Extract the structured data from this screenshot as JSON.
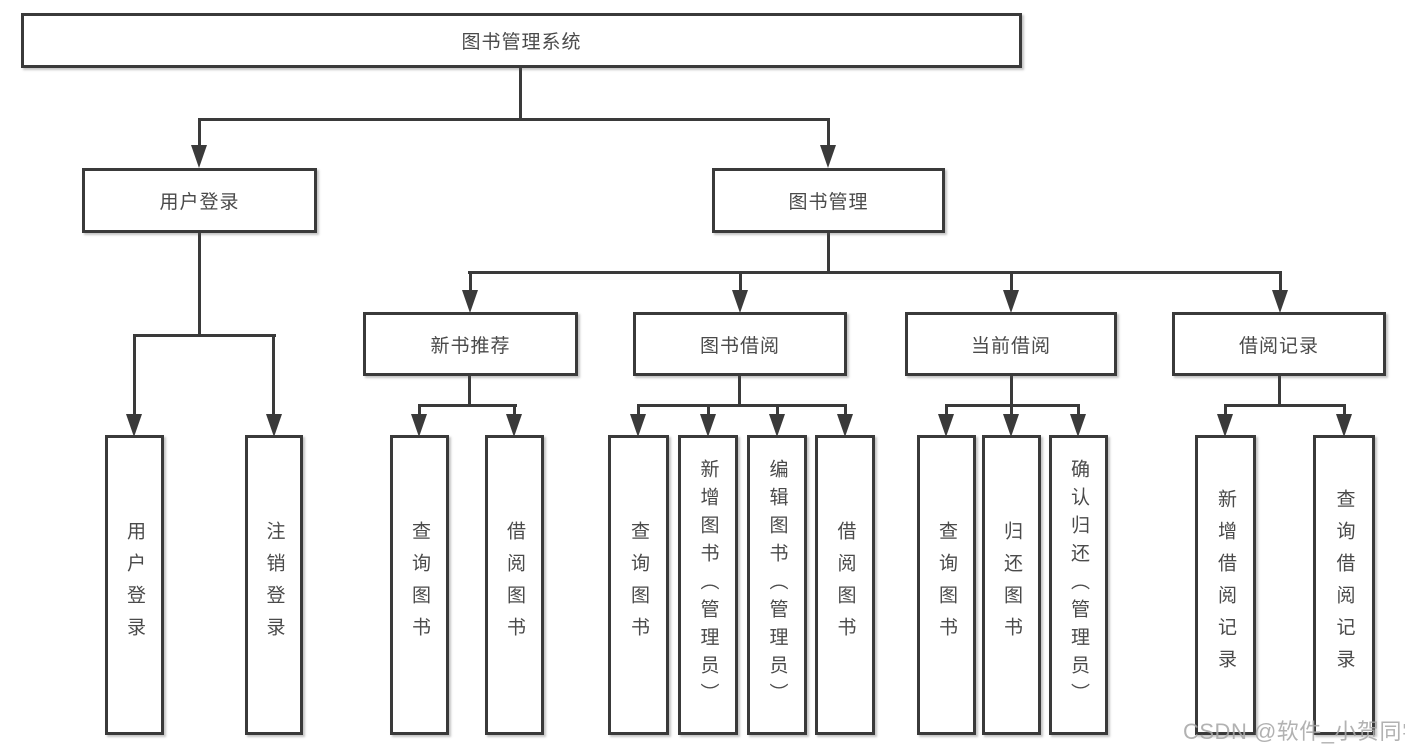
{
  "diagram": {
    "title": "图书管理系统",
    "root": {
      "label": "图书管理系统",
      "children": [
        {
          "label": "用户登录",
          "children": [
            {
              "label": "用户登录"
            },
            {
              "label": "注销登录"
            }
          ]
        },
        {
          "label": "图书管理",
          "children": [
            {
              "label": "新书推荐",
              "children": [
                {
                  "label": "查询图书"
                },
                {
                  "label": "借阅图书"
                }
              ]
            },
            {
              "label": "图书借阅",
              "children": [
                {
                  "label": "查询图书"
                },
                {
                  "label": "新增图书（管理员）"
                },
                {
                  "label": "编辑图书（管理员）"
                },
                {
                  "label": "借阅图书"
                }
              ]
            },
            {
              "label": "当前借阅",
              "children": [
                {
                  "label": "查询图书"
                },
                {
                  "label": "归还图书"
                },
                {
                  "label": "确认归还（管理员）"
                }
              ]
            },
            {
              "label": "借阅记录",
              "children": [
                {
                  "label": "新增借阅记录"
                },
                {
                  "label": "查询借阅记录"
                }
              ]
            }
          ]
        }
      ]
    },
    "watermark": "CSDN @软件_小贺同学",
    "colors": {
      "line": "#3a3a3a",
      "text": "#4a4a4a",
      "watermark": "#a8a8a8",
      "background": "#ffffff"
    }
  }
}
